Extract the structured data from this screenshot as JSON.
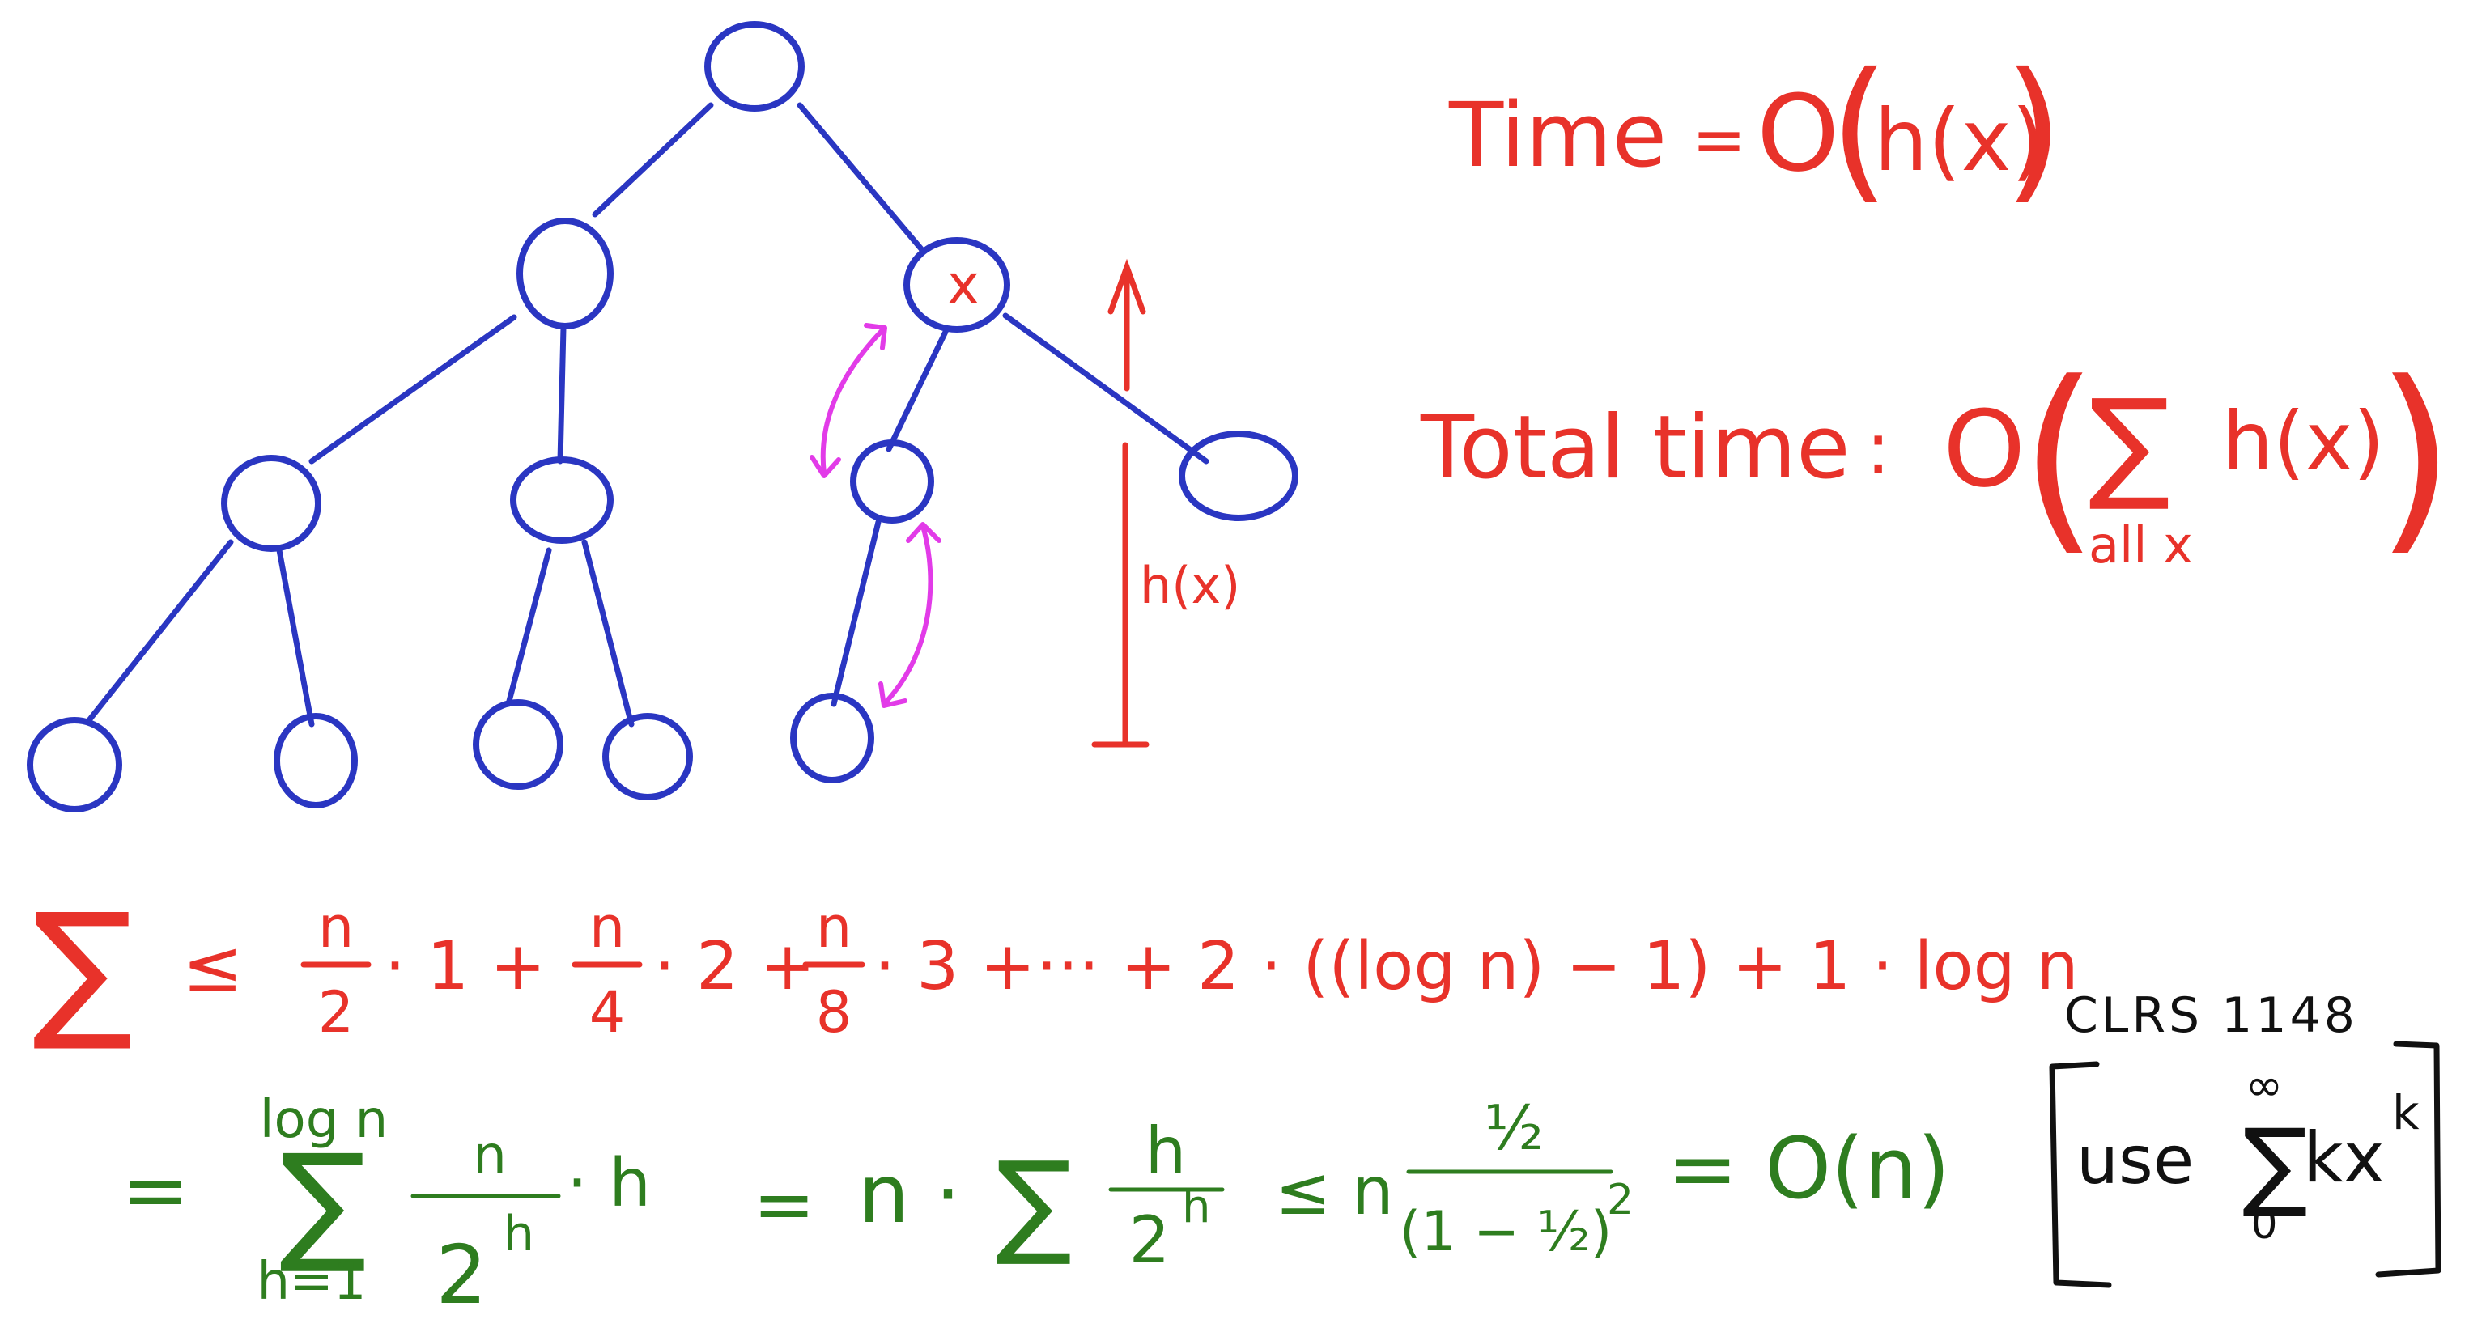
{
  "node_marker": "x",
  "height_label": "h(x)",
  "time_eq": {
    "label": "Time",
    "eq": "=",
    "O": "O",
    "arg": "h(x)"
  },
  "total_eq": {
    "label": "Total time",
    "colon": ":",
    "O": "O",
    "sigma": "∑",
    "body": "h(x)",
    "under": "all x"
  },
  "sum_line": {
    "sigma": "∑",
    "le": "≤",
    "t1": {
      "num": "n",
      "den": "2",
      "mult": "· 1 +"
    },
    "t2": {
      "num": "n",
      "den": "4",
      "mult": "· 2 +"
    },
    "t3": {
      "num": "n",
      "den": "8",
      "mult": "· 3 +"
    },
    "rest": "···  + 2 · ((log n) − 1) + 1 · log n"
  },
  "green_line": {
    "eq1": "=",
    "sum_top": "log n",
    "sum_sigma": "∑",
    "sum_bottom": "h=1",
    "frac_num": "n",
    "frac_den": "2",
    "frac_den_exp": "h",
    "frac_mult": "· h",
    "eq2": "=",
    "n_dot": "n ·",
    "sigma2": "∑",
    "frac2_num": "h",
    "frac2_den": "2",
    "frac2_den_exp": "h",
    "le": "≤ n",
    "frac3_num": "½",
    "frac3_den": "(1 − ½)",
    "frac3_den_exp": "2",
    "result": "= O(n)"
  },
  "clrs": {
    "ref": "CLRS 1148",
    "use": "use",
    "sum_top": "∞",
    "sigma": "∑",
    "sum_bottom": "0",
    "body": "kx",
    "body_exp": "k"
  },
  "colors": {
    "tree": "#2a36c2",
    "red": "#e8322a",
    "swap_arrows": "#e23be8",
    "green": "#2e7d1f",
    "black": "#111111"
  }
}
